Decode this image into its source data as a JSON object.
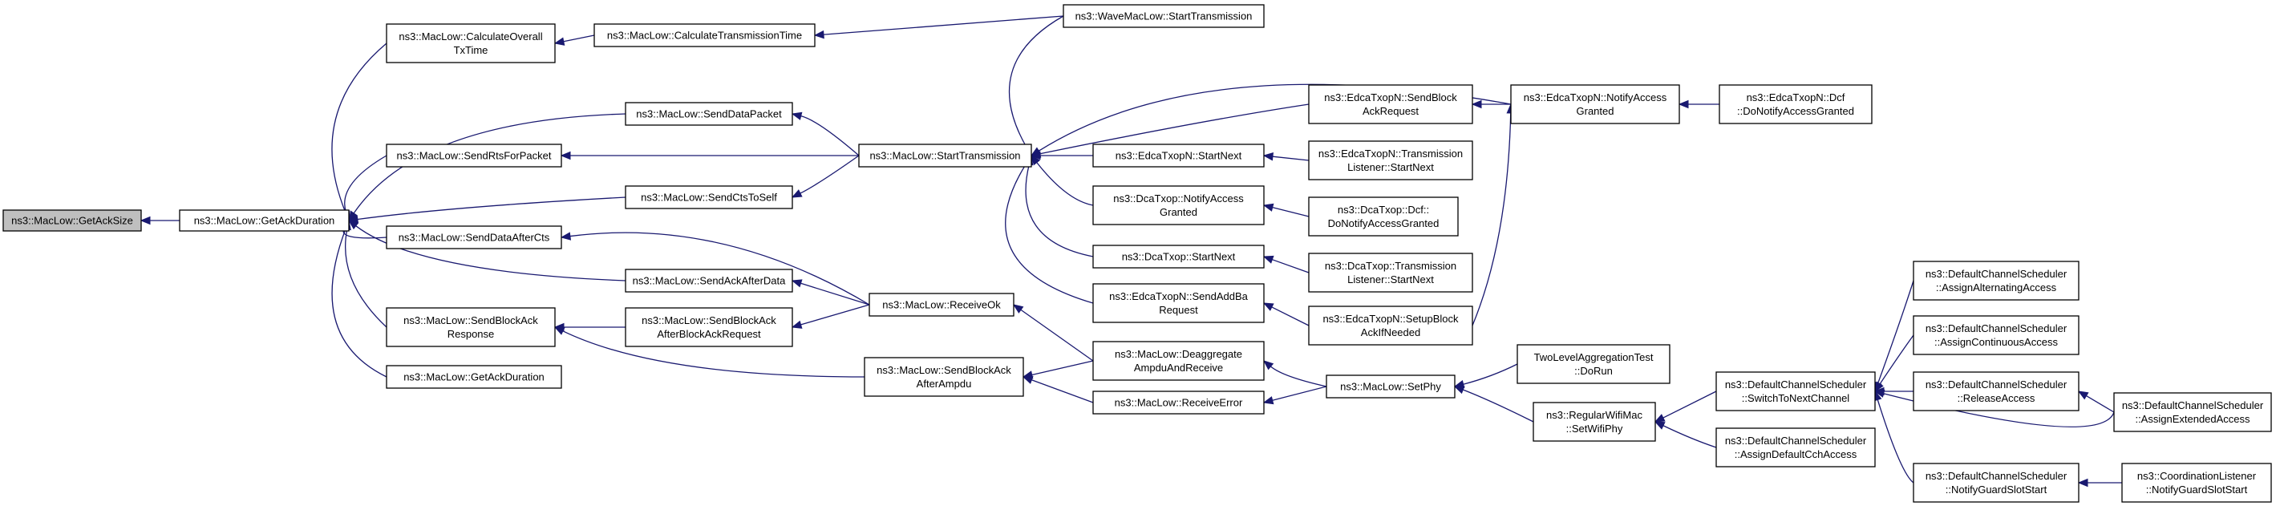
{
  "graph": {
    "nodes": [
      {
        "id": "n0",
        "lines": [
          "ns3::MacLow::GetAckSize"
        ],
        "root": true
      },
      {
        "id": "n1",
        "lines": [
          "ns3::MacLow::GetAckDuration"
        ]
      },
      {
        "id": "n2",
        "lines": [
          "ns3::MacLow::CalculateOverall",
          "TxTime"
        ]
      },
      {
        "id": "n3",
        "lines": [
          "ns3::MacLow::CalculateTransmissionTime"
        ]
      },
      {
        "id": "n4",
        "lines": [
          "ns3::WaveMacLow::StartTransmission"
        ]
      },
      {
        "id": "n5",
        "lines": [
          "ns3::MacLow::SendDataPacket"
        ]
      },
      {
        "id": "n6",
        "lines": [
          "ns3::MacLow::SendRtsForPacket"
        ]
      },
      {
        "id": "n7",
        "lines": [
          "ns3::MacLow::StartTransmission"
        ]
      },
      {
        "id": "n8",
        "lines": [
          "ns3::MacLow::SendCtsToSelf"
        ]
      },
      {
        "id": "n9",
        "lines": [
          "ns3::MacLow::SendDataAfterCts"
        ]
      },
      {
        "id": "n10",
        "lines": [
          "ns3::MacLow::SendAckAfterData"
        ]
      },
      {
        "id": "n11",
        "lines": [
          "ns3::MacLow::SendBlockAck",
          "Response"
        ]
      },
      {
        "id": "n12",
        "lines": [
          "ns3::MacLow::SendBlockAck",
          "AfterBlockAckRequest"
        ]
      },
      {
        "id": "n13",
        "lines": [
          "ns3::MacLow::ReceiveOk"
        ]
      },
      {
        "id": "n14",
        "lines": [
          "ns3::MacLow::GetAckDuration"
        ]
      },
      {
        "id": "n15",
        "lines": [
          "ns3::MacLow::SendBlockAck",
          "AfterAmpdu"
        ]
      },
      {
        "id": "n16",
        "lines": [
          "ns3::MacLow::Deaggregate",
          "AmpduAndReceive"
        ]
      },
      {
        "id": "n17",
        "lines": [
          "ns3::MacLow::ReceiveError"
        ]
      },
      {
        "id": "n18",
        "lines": [
          "ns3::EdcaTxopN::SendBlock",
          "AckRequest"
        ]
      },
      {
        "id": "n19",
        "lines": [
          "ns3::EdcaTxopN::StartNext"
        ]
      },
      {
        "id": "n20",
        "lines": [
          "ns3::DcaTxop::NotifyAccess",
          "Granted"
        ]
      },
      {
        "id": "n21",
        "lines": [
          "ns3::DcaTxop::StartNext"
        ]
      },
      {
        "id": "n22",
        "lines": [
          "ns3::EdcaTxopN::SendAddBa",
          "Request"
        ]
      },
      {
        "id": "n23",
        "lines": [
          "ns3::EdcaTxopN::NotifyAccess",
          "Granted"
        ]
      },
      {
        "id": "n24",
        "lines": [
          "ns3::EdcaTxopN::Dcf",
          "::DoNotifyAccessGranted"
        ]
      },
      {
        "id": "n25",
        "lines": [
          "ns3::EdcaTxopN::Transmission",
          "Listener::StartNext"
        ]
      },
      {
        "id": "n26",
        "lines": [
          "ns3::DcaTxop::Dcf::",
          "DoNotifyAccessGranted"
        ]
      },
      {
        "id": "n27",
        "lines": [
          "ns3::DcaTxop::Transmission",
          "Listener::StartNext"
        ]
      },
      {
        "id": "n28",
        "lines": [
          "ns3::EdcaTxopN::SetupBlock",
          "AckIfNeeded"
        ]
      },
      {
        "id": "n29",
        "lines": [
          "ns3::MacLow::SetPhy"
        ]
      },
      {
        "id": "n30",
        "lines": [
          "TwoLevelAggregationTest",
          "::DoRun"
        ]
      },
      {
        "id": "n31",
        "lines": [
          "ns3::RegularWifiMac",
          "::SetWifiPhy"
        ]
      },
      {
        "id": "n32",
        "lines": [
          "ns3::DefaultChannelScheduler",
          "::SwitchToNextChannel"
        ]
      },
      {
        "id": "n33",
        "lines": [
          "ns3::DefaultChannelScheduler",
          "::AssignDefaultCchAccess"
        ]
      },
      {
        "id": "n34",
        "lines": [
          "ns3::DefaultChannelScheduler",
          "::AssignAlternatingAccess"
        ]
      },
      {
        "id": "n35",
        "lines": [
          "ns3::DefaultChannelScheduler",
          "::AssignContinuousAccess"
        ]
      },
      {
        "id": "n36",
        "lines": [
          "ns3::DefaultChannelScheduler",
          "::ReleaseAccess"
        ]
      },
      {
        "id": "n37",
        "lines": [
          "ns3::DefaultChannelScheduler",
          "::AssignExtendedAccess"
        ]
      },
      {
        "id": "n38",
        "lines": [
          "ns3::DefaultChannelScheduler",
          "::NotifyGuardSlotStart"
        ]
      },
      {
        "id": "n39",
        "lines": [
          "ns3::CoordinationListener",
          "::NotifyGuardSlotStart"
        ]
      }
    ],
    "edges": [
      {
        "from": "n1",
        "to": "n0"
      },
      {
        "from": "n2",
        "to": "n1"
      },
      {
        "from": "n5",
        "to": "n1"
      },
      {
        "from": "n6",
        "to": "n1"
      },
      {
        "from": "n8",
        "to": "n1"
      },
      {
        "from": "n9",
        "to": "n1"
      },
      {
        "from": "n10",
        "to": "n1"
      },
      {
        "from": "n11",
        "to": "n1"
      },
      {
        "from": "n14",
        "to": "n1"
      },
      {
        "from": "n3",
        "to": "n2"
      },
      {
        "from": "n4",
        "to": "n3"
      },
      {
        "from": "n7",
        "to": "n5"
      },
      {
        "from": "n7",
        "to": "n6"
      },
      {
        "from": "n7",
        "to": "n8"
      },
      {
        "from": "n13",
        "to": "n9"
      },
      {
        "from": "n13",
        "to": "n10"
      },
      {
        "from": "n12",
        "to": "n11"
      },
      {
        "from": "n15",
        "to": "n11"
      },
      {
        "from": "n13",
        "to": "n12"
      },
      {
        "from": "n16",
        "to": "n13"
      },
      {
        "from": "n16",
        "to": "n15"
      },
      {
        "from": "n17",
        "to": "n15"
      },
      {
        "from": "n4",
        "to": "n7"
      },
      {
        "from": "n23",
        "to": "n7"
      },
      {
        "from": "n18",
        "to": "n7"
      },
      {
        "from": "n19",
        "to": "n7"
      },
      {
        "from": "n20",
        "to": "n7"
      },
      {
        "from": "n21",
        "to": "n7"
      },
      {
        "from": "n22",
        "to": "n7"
      },
      {
        "from": "n23",
        "to": "n18"
      },
      {
        "from": "n24",
        "to": "n23"
      },
      {
        "from": "n28",
        "to": "n23"
      },
      {
        "from": "n25",
        "to": "n19"
      },
      {
        "from": "n26",
        "to": "n20"
      },
      {
        "from": "n27",
        "to": "n21"
      },
      {
        "from": "n28",
        "to": "n22"
      },
      {
        "from": "n29",
        "to": "n16"
      },
      {
        "from": "n29",
        "to": "n17"
      },
      {
        "from": "n30",
        "to": "n29"
      },
      {
        "from": "n31",
        "to": "n29"
      },
      {
        "from": "n32",
        "to": "n31"
      },
      {
        "from": "n33",
        "to": "n31"
      },
      {
        "from": "n34",
        "to": "n32"
      },
      {
        "from": "n35",
        "to": "n32"
      },
      {
        "from": "n36",
        "to": "n32"
      },
      {
        "from": "n37",
        "to": "n32"
      },
      {
        "from": "n38",
        "to": "n32"
      },
      {
        "from": "n37",
        "to": "n36"
      },
      {
        "from": "n39",
        "to": "n38"
      }
    ]
  }
}
